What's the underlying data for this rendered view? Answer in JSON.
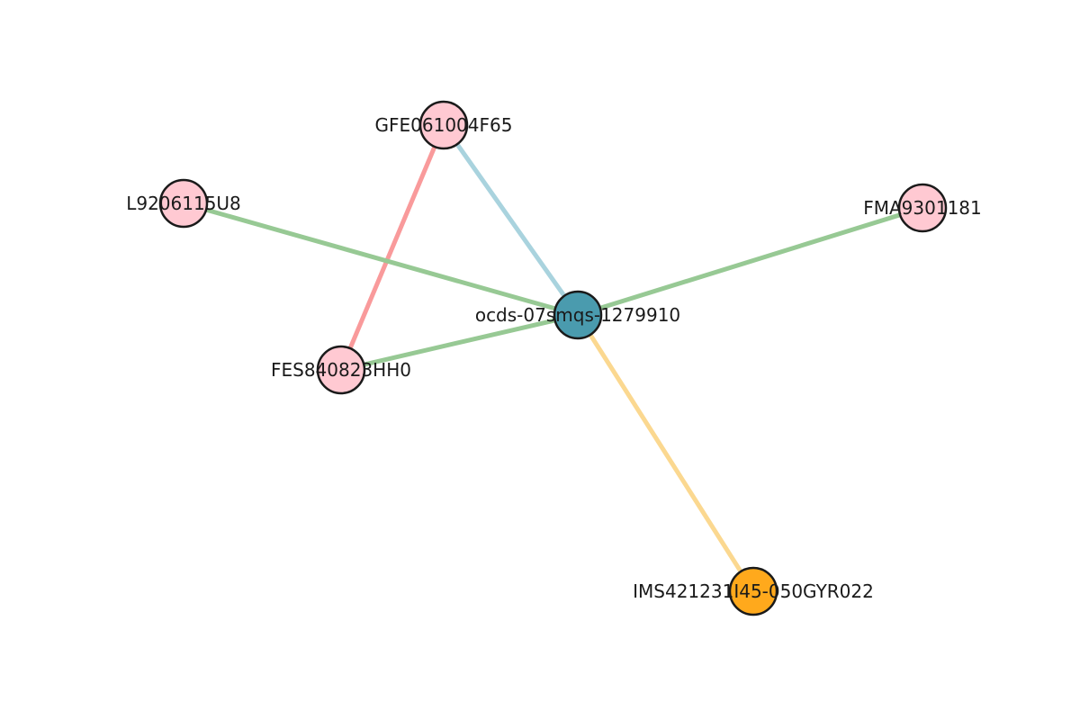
{
  "nodes": [
    {
      "id": "ocds",
      "label": "ocds-07smqs-1279910",
      "color": "#4a9bae",
      "role": "hub"
    },
    {
      "id": "gfe",
      "label": "GFE061004F65",
      "color": "#ffc9d2"
    },
    {
      "id": "l92",
      "label": "L9206115U8",
      "color": "#ffc9d2"
    },
    {
      "id": "fma",
      "label": "FMA9301181",
      "color": "#ffc9d2"
    },
    {
      "id": "fes",
      "label": "FES840823HH0",
      "color": "#ffc9d2"
    },
    {
      "id": "ims",
      "label": "IMS421231I45-050GYR022",
      "color": "#ffa91c"
    }
  ],
  "edges": [
    {
      "source": "gfe",
      "target": "ocds",
      "color": "#a9d3de"
    },
    {
      "source": "gfe",
      "target": "fes",
      "color": "#f99a9b"
    },
    {
      "source": "l92",
      "target": "ocds",
      "color": "#97c994"
    },
    {
      "source": "fma",
      "target": "ocds",
      "color": "#97c994"
    },
    {
      "source": "fes",
      "target": "ocds",
      "color": "#97c994"
    },
    {
      "source": "ocds",
      "target": "ims",
      "color": "#fbd890"
    }
  ]
}
